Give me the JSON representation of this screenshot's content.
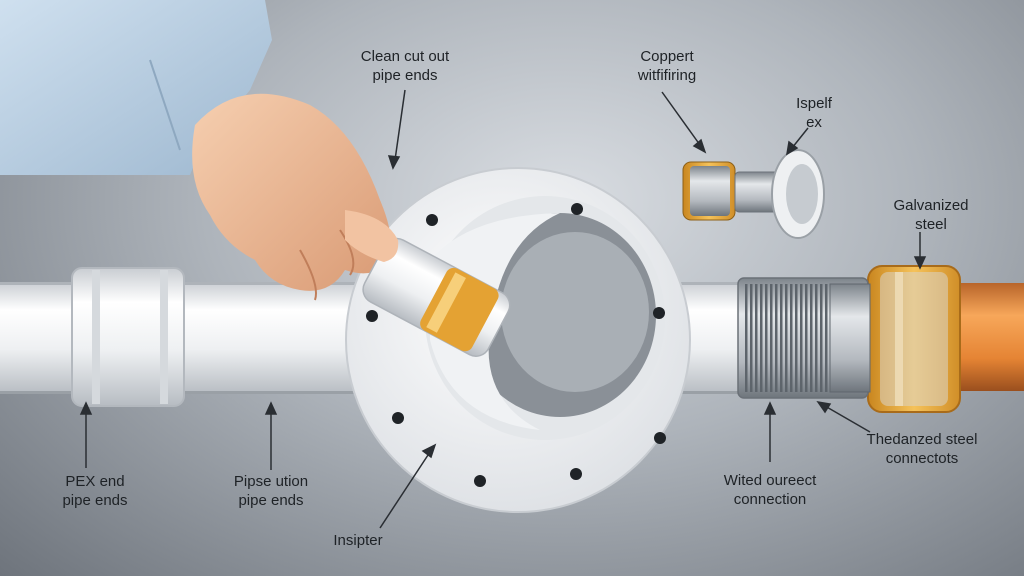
{
  "labels": {
    "clean_cut": {
      "line1": "Clean cut out",
      "line2": "pipe ends"
    },
    "copper_fitting": {
      "line1": "Coppert",
      "line2": "witfifiring"
    },
    "ispelf": {
      "line1": "Ispelf",
      "line2": "ex"
    },
    "galvanized": {
      "line1": "Galvanized",
      "line2": "steel"
    },
    "pex_end": {
      "line1": "PEX end",
      "line2": "pipe ends"
    },
    "pipse_ution": {
      "line1": "Pipse ution",
      "line2": "pipe ends"
    },
    "insipter": {
      "line1": "Insipter"
    },
    "wited": {
      "line1": "Wited oureect",
      "line2": "connection"
    },
    "thedanzed": {
      "line1": "Thedanzed steel",
      "line2": "connectots"
    }
  },
  "colors": {
    "background_light": "#d9dde2",
    "background_dark": "#6e747c",
    "pipe_white": "#f4f6f8",
    "flange_white": "#f7f8fa",
    "copper": "#e08a3a",
    "brass": "#e3a73a",
    "steel": "#a9aeb4",
    "skin": "#f0bc98",
    "shirt": "#b8cee3"
  },
  "icons": [
    "hand-illustration",
    "white-pipe",
    "flange-ring",
    "copper-pipe",
    "steel-connector",
    "small-fitting"
  ]
}
